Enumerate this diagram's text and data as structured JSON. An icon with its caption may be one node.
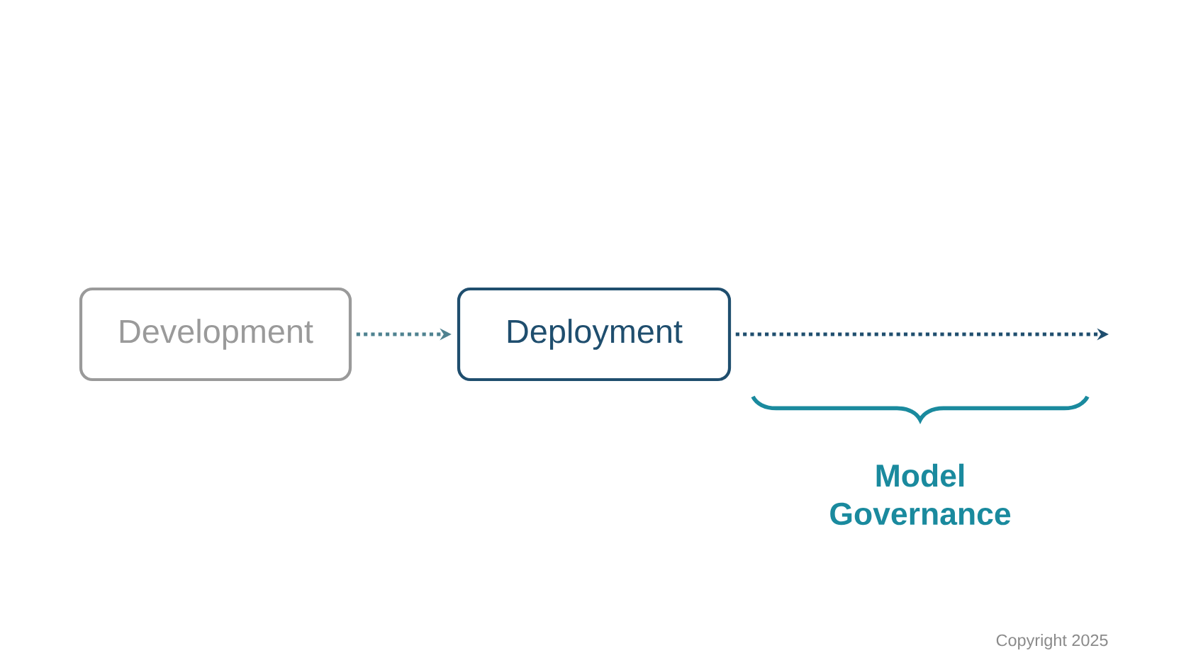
{
  "diagram": {
    "nodes": [
      {
        "text": [
          "Development"
        ]
      },
      {
        "text": [
          "Deployment"
        ]
      }
    ],
    "edges": [
      {
        "from": 0,
        "to": 1,
        "arrow": "to",
        "style": "dashed",
        "color": "#4f8290"
      },
      {
        "from": 1,
        "to": null,
        "arrow": "to",
        "style": "dashed",
        "color": "#1f4e6e"
      }
    ],
    "labels": [
      "Model Governance",
      "Copyright 2025"
    ]
  }
}
